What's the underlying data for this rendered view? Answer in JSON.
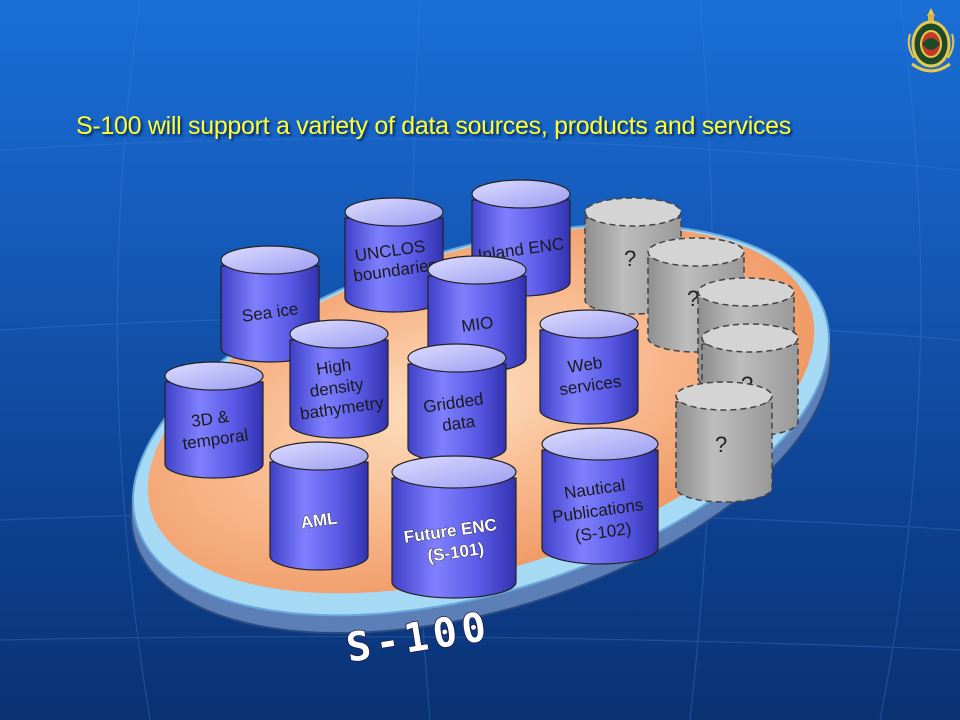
{
  "title": "S-100 will support a variety of data sources, products and services",
  "platform_label": "S-100",
  "cylinders": {
    "sea_ice": [
      "Sea ice"
    ],
    "unclos": [
      "UNCLOS",
      "boundaries"
    ],
    "inland_enc": [
      "Inland ENC"
    ],
    "mio": [
      "MIO"
    ],
    "high_density": [
      "High",
      "density",
      "bathymetry"
    ],
    "web_services": [
      "Web",
      "services"
    ],
    "gridded": [
      "Gridded",
      "data"
    ],
    "three_d": [
      "3D &",
      "temporal"
    ],
    "aml": [
      "AML"
    ],
    "future_enc": [
      "Future ENC",
      "(S-101)"
    ],
    "nautical": [
      "Nautical",
      "Publications",
      "(S-102)"
    ]
  },
  "unknown_labels": [
    "?",
    "?",
    "?",
    "?",
    "?"
  ],
  "colors": {
    "background": "#1459b8",
    "title": "#ffff33",
    "cylinder_fill": "#5a5ae6",
    "unknown_fill": "#a8a8a8",
    "platform_fill": "#f7a878"
  },
  "icons": {
    "emblem": "iho-emblem-icon"
  }
}
